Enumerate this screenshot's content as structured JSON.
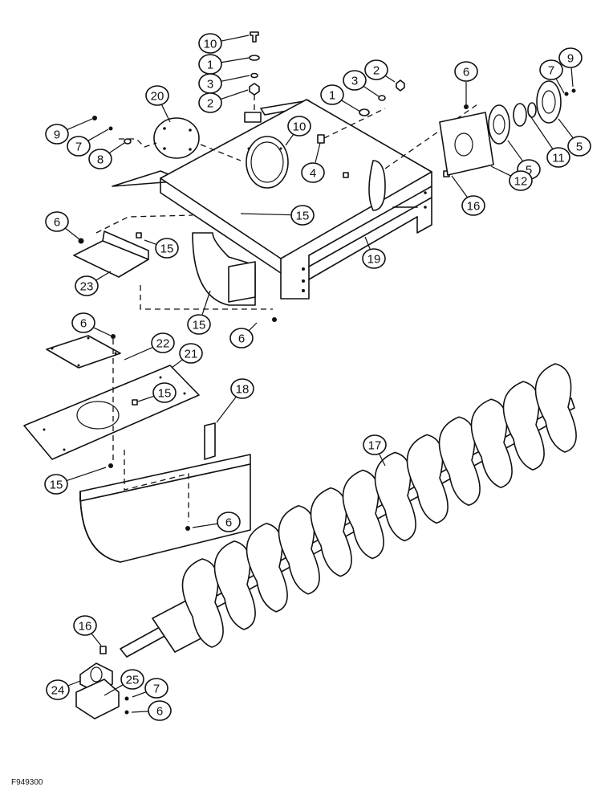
{
  "figure_id": "F949300",
  "callouts": [
    {
      "label": "10"
    },
    {
      "label": "1"
    },
    {
      "label": "3"
    },
    {
      "label": "2"
    },
    {
      "label": "20"
    },
    {
      "label": "2"
    },
    {
      "label": "3"
    },
    {
      "label": "1"
    },
    {
      "label": "6"
    },
    {
      "label": "7"
    },
    {
      "label": "9"
    },
    {
      "label": "9"
    },
    {
      "label": "7"
    },
    {
      "label": "8"
    },
    {
      "label": "10"
    },
    {
      "label": "4"
    },
    {
      "label": "5"
    },
    {
      "label": "11"
    },
    {
      "label": "5"
    },
    {
      "label": "12"
    },
    {
      "label": "16"
    },
    {
      "label": "15"
    },
    {
      "label": "6"
    },
    {
      "label": "15"
    },
    {
      "label": "19"
    },
    {
      "label": "23"
    },
    {
      "label": "15"
    },
    {
      "label": "6"
    },
    {
      "label": "6"
    },
    {
      "label": "22"
    },
    {
      "label": "21"
    },
    {
      "label": "15"
    },
    {
      "label": "18"
    },
    {
      "label": "15"
    },
    {
      "label": "6"
    },
    {
      "label": "17"
    },
    {
      "label": "16"
    },
    {
      "label": "24"
    },
    {
      "label": "25"
    },
    {
      "label": "7"
    },
    {
      "label": "6"
    }
  ]
}
